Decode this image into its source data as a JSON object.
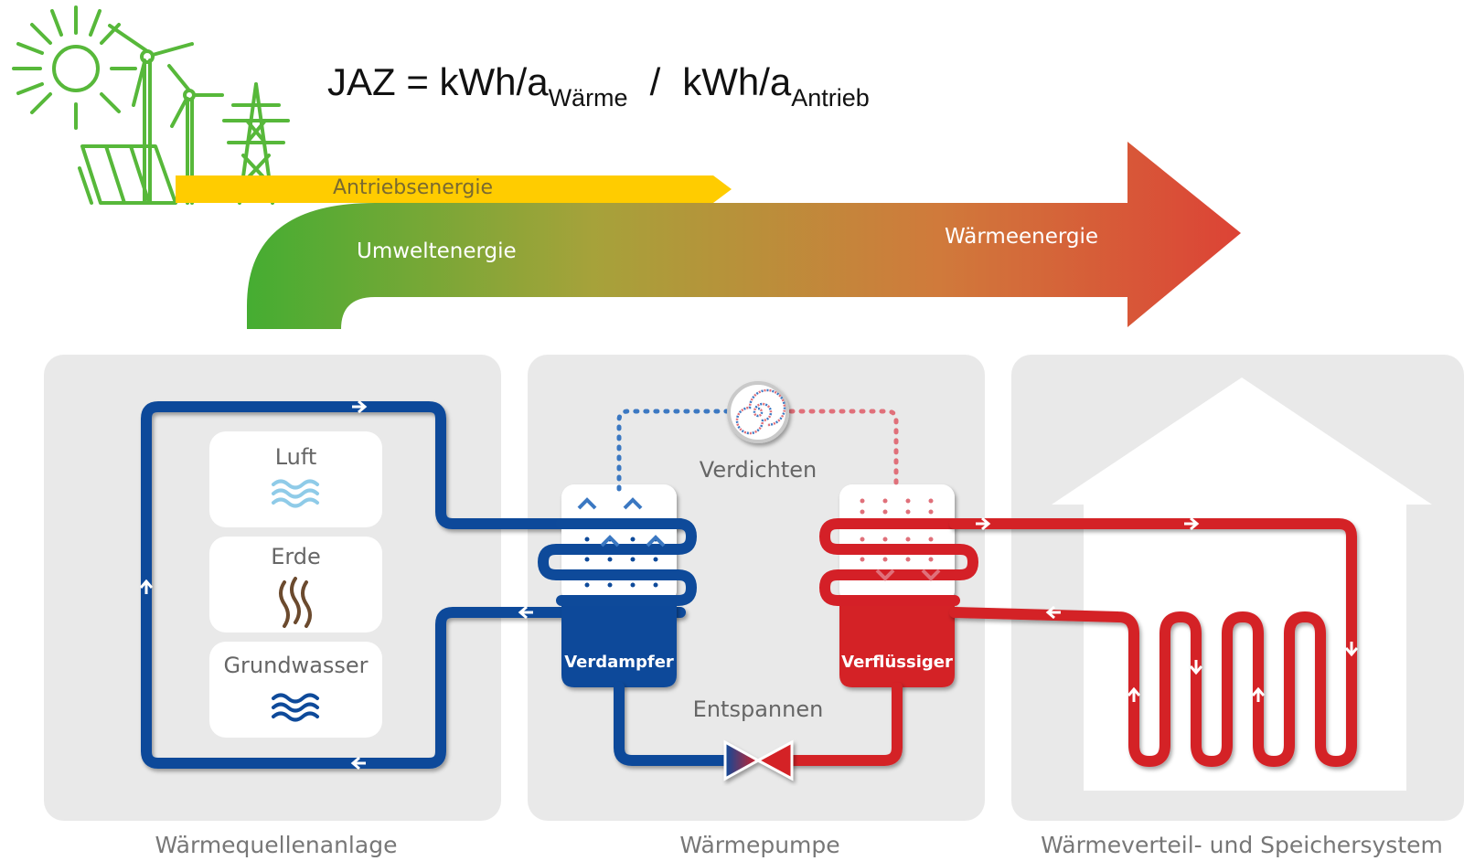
{
  "formula": {
    "prefix": "JAZ = kWh/a",
    "sub_heat": "Wärme",
    "separator": "/",
    "term2": "kWh/a",
    "sub_drive": "Antrieb"
  },
  "flow": {
    "drive": "Antriebsenergie",
    "environment": "Umweltenergie",
    "heat": "Wärmeenergie"
  },
  "sources": [
    "Luft",
    "Erde",
    "Grundwasser"
  ],
  "heatpump": {
    "compress": "Verdichten",
    "expand": "Entspannen",
    "evaporator": "Verdampfer",
    "condenser": "Verflüssiger"
  },
  "captions": {
    "source_system": "Wärmequellenanlage",
    "heatpump": "Wärmepumpe",
    "distribution": "Wärmeverteil- und Speichersystem"
  },
  "colors": {
    "green": "#4caf35",
    "yellow": "#ffcc00",
    "red": "#d94a3a",
    "blue": "#0e4a9a",
    "pipe_red": "#d42027",
    "panel": "#e9e9e9"
  }
}
